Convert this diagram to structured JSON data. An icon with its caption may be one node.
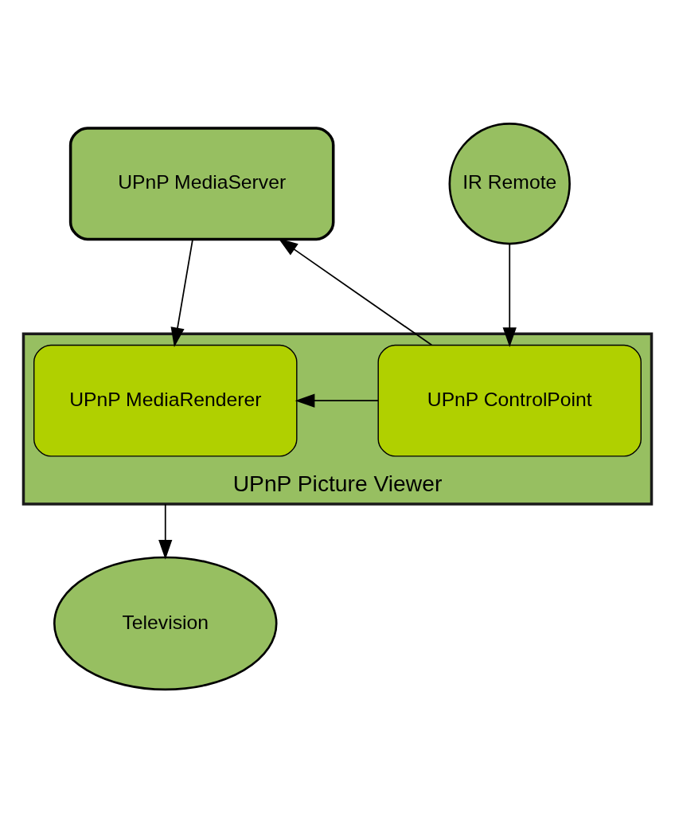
{
  "diagram": {
    "nodes": [
      {
        "text": [
          "UPnP MediaServer"
        ]
      },
      {
        "text": [
          "IR Remote"
        ]
      },
      {
        "text": [
          "UPnP Picture Viewer"
        ]
      },
      {
        "text": [
          "UPnP MediaRenderer"
        ],
        "in": 2
      },
      {
        "text": [
          "UPnP ControlPoint"
        ],
        "in": 2
      },
      {
        "text": [
          "Television"
        ]
      }
    ],
    "edges": [
      {
        "from": 0,
        "to": 3,
        "arrow": "to"
      },
      {
        "from": 4,
        "to": 0,
        "arrow": "to"
      },
      {
        "from": 1,
        "to": 4,
        "arrow": "to"
      },
      {
        "from": 4,
        "to": 3,
        "arrow": "to"
      },
      {
        "from": 2,
        "to": 5,
        "arrow": "to"
      }
    ]
  }
}
